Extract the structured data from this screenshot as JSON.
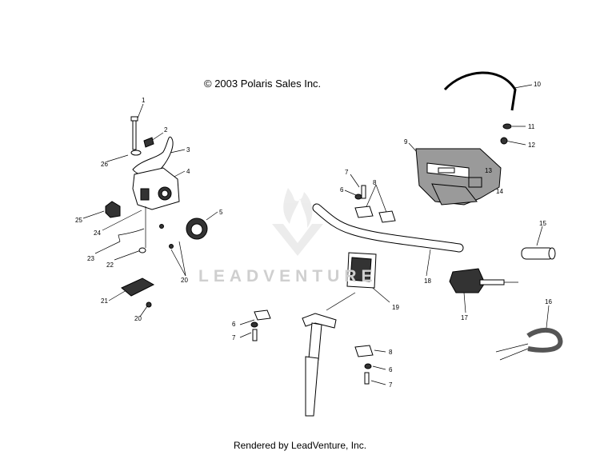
{
  "copyright": "© 2003 Polaris Sales Inc.",
  "footer": "Rendered by LeadVenture, Inc.",
  "watermark": {
    "text": "LEADVENTURE"
  },
  "callouts": [
    {
      "id": "c1",
      "label": "1"
    },
    {
      "id": "c2",
      "label": "2"
    },
    {
      "id": "c3",
      "label": "3"
    },
    {
      "id": "c4",
      "label": "4"
    },
    {
      "id": "c5",
      "label": "5"
    },
    {
      "id": "c6a",
      "label": "6"
    },
    {
      "id": "c6b",
      "label": "6"
    },
    {
      "id": "c6c",
      "label": "6"
    },
    {
      "id": "c7a",
      "label": "7"
    },
    {
      "id": "c7b",
      "label": "7"
    },
    {
      "id": "c7c",
      "label": "7"
    },
    {
      "id": "c8a",
      "label": "8"
    },
    {
      "id": "c8b",
      "label": "8"
    },
    {
      "id": "c9",
      "label": "9"
    },
    {
      "id": "c10",
      "label": "10"
    },
    {
      "id": "c11",
      "label": "11"
    },
    {
      "id": "c12",
      "label": "12"
    },
    {
      "id": "c13",
      "label": "13"
    },
    {
      "id": "c14",
      "label": "14"
    },
    {
      "id": "c15",
      "label": "15"
    },
    {
      "id": "c16",
      "label": "16"
    },
    {
      "id": "c17",
      "label": "17"
    },
    {
      "id": "c18",
      "label": "18"
    },
    {
      "id": "c19",
      "label": "19"
    },
    {
      "id": "c20a",
      "label": "20"
    },
    {
      "id": "c20b",
      "label": "20"
    },
    {
      "id": "c21",
      "label": "21"
    },
    {
      "id": "c22",
      "label": "22"
    },
    {
      "id": "c23",
      "label": "23"
    },
    {
      "id": "c24",
      "label": "24"
    },
    {
      "id": "c25",
      "label": "25"
    },
    {
      "id": "c26",
      "label": "26"
    }
  ]
}
